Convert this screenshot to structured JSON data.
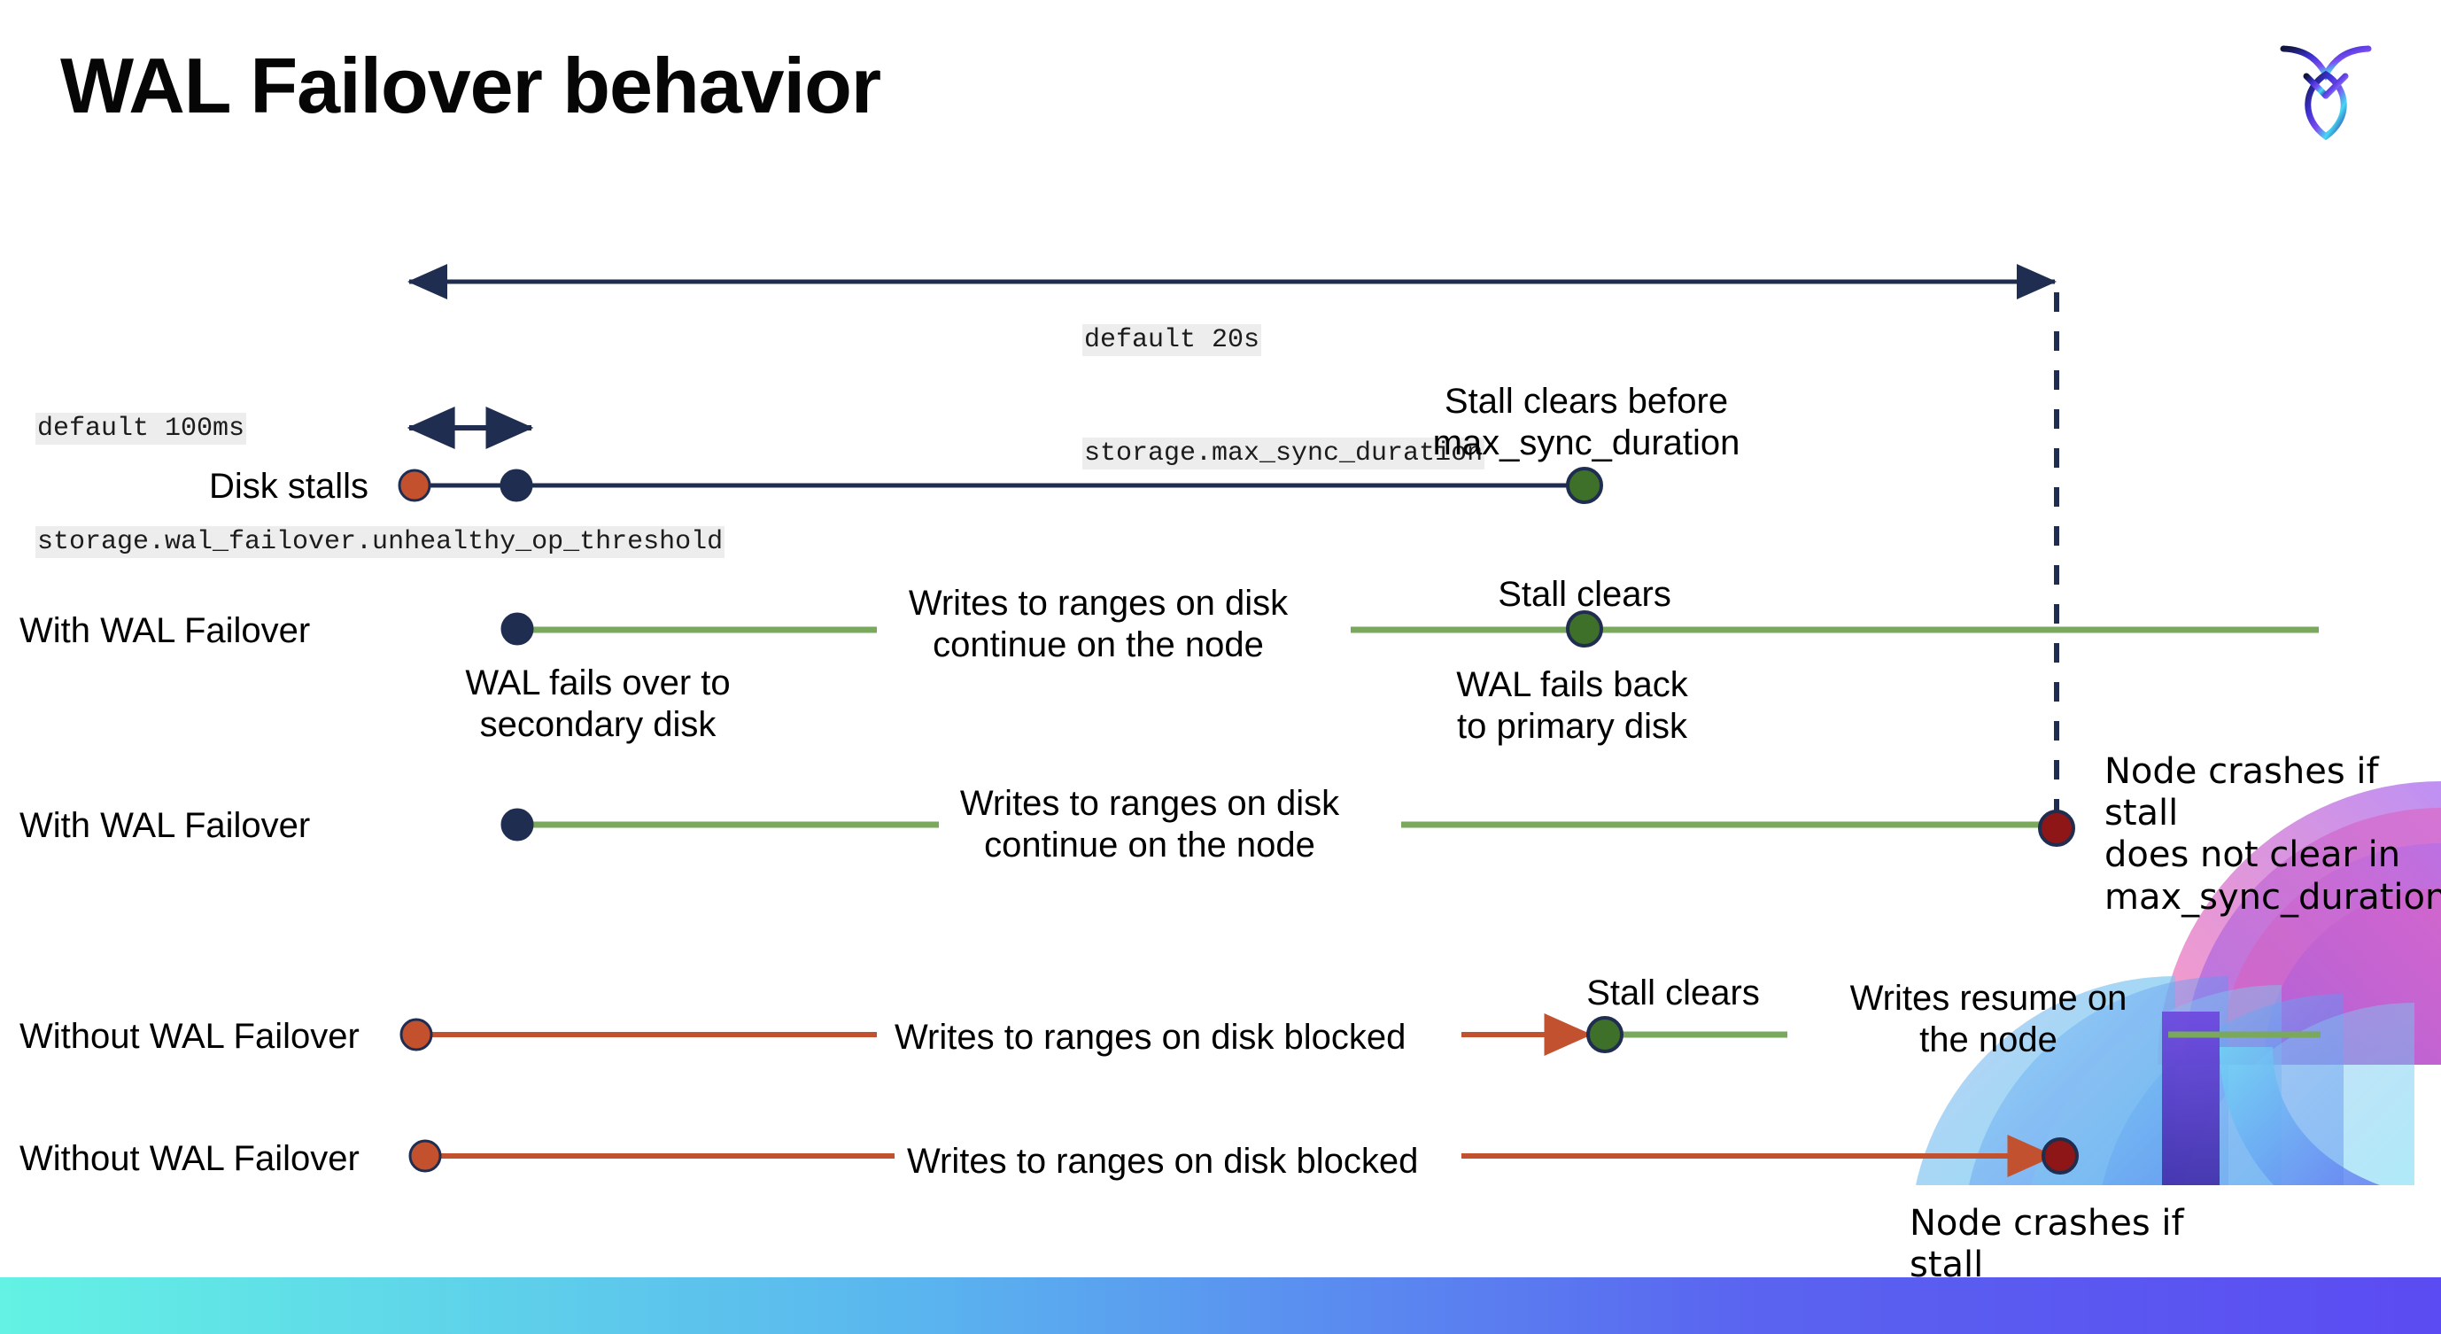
{
  "slide": {
    "title": "WAL Failover behavior",
    "logo_name": "cockroachdb-logo"
  },
  "settings": {
    "max_sync": {
      "default": "default 20s",
      "name": "storage.max_sync_duration"
    },
    "unhealthy": {
      "default": "default 100ms",
      "name": "storage.wal_failover.unhealthy_op_threshold"
    }
  },
  "rows": [
    {
      "label": "Disk stalls"
    },
    {
      "label": "With WAL Failover"
    },
    {
      "label": "With WAL Failover"
    },
    {
      "label": "Without WAL Failover"
    },
    {
      "label": "Without WAL Failover"
    }
  ],
  "annotations": {
    "stall_clears_before": "Stall clears before\nmax_sync_duration",
    "stall_clears_1": "Stall clears",
    "stall_clears_2": "Stall clears",
    "writes_continue_1": "Writes to ranges on disk\ncontinue on the node",
    "writes_continue_2": "Writes to ranges on disk\ncontinue on the node",
    "wal_fails_over": "WAL fails over to\nsecondary disk",
    "wal_fails_back": "WAL fails  back\nto primary disk",
    "node_crashes_1": "Node crashes if stall\ndoes not clear in\nmax_sync_duration",
    "node_crashes_2": "Node crashes if stall\ndoes not clear in\nmax_sync_duration",
    "writes_blocked_1": "Writes to ranges on disk  blocked",
    "writes_blocked_2": "Writes to ranges on disk  blocked",
    "writes_resume": "Writes resume on\nthe node"
  },
  "colors": {
    "navy": "#1f2d50",
    "green_line": "#7aa85c",
    "green_dot": "#3e7029",
    "orange": "#c1512f",
    "orange_dot": "#c4512e",
    "red_dot": "#8e1616",
    "code_bg": "#ededed",
    "bar_from": "#63f2e4",
    "bar_to": "#5b4bf2"
  }
}
